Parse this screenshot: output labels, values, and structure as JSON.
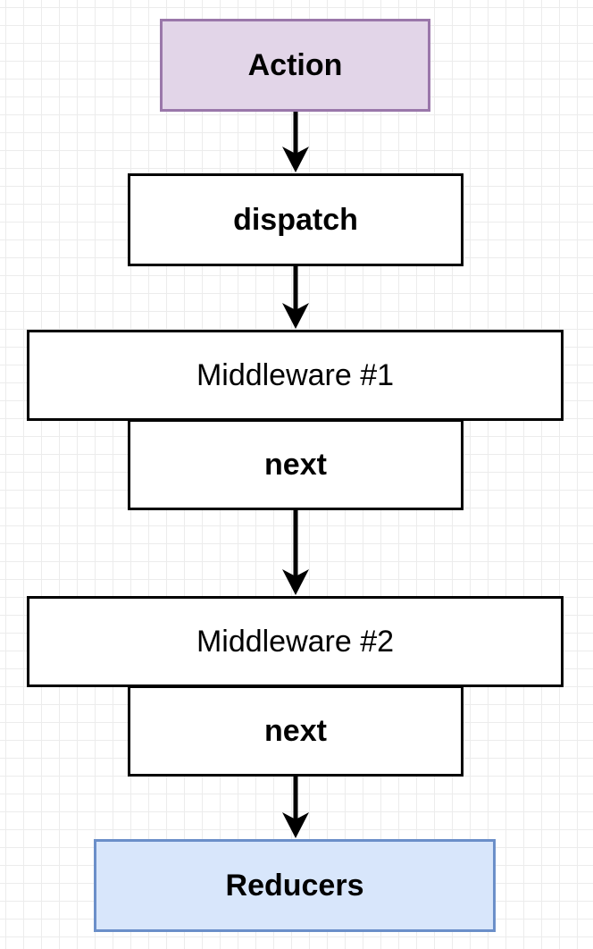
{
  "colors": {
    "action_fill": "#e2d5e8",
    "action_border": "#9a77aa",
    "reducers_fill": "#d8e6fb",
    "reducers_border": "#6b8fc9",
    "box_border": "#000000",
    "arrow": "#000000"
  },
  "nodes": {
    "action": "Action",
    "dispatch": "dispatch",
    "middleware_1": "Middleware #1",
    "next_1": "next",
    "middleware_2": "Middleware #2",
    "next_2": "next",
    "reducers": "Reducers"
  },
  "edges": [
    {
      "from": "action",
      "to": "dispatch"
    },
    {
      "from": "dispatch",
      "to": "middleware_1"
    },
    {
      "from": "next_1",
      "to": "middleware_2"
    },
    {
      "from": "next_2",
      "to": "reducers"
    }
  ]
}
